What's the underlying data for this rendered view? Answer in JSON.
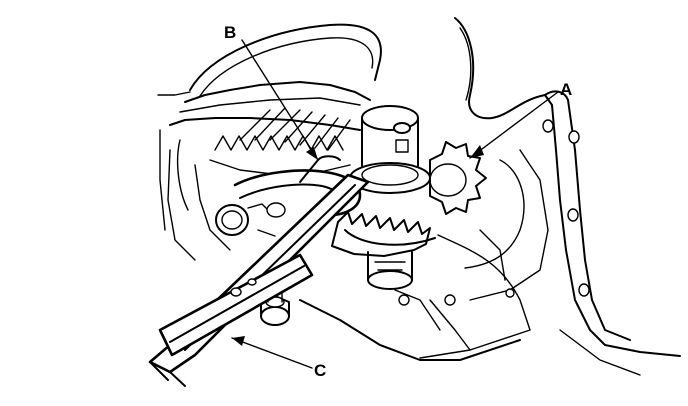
{
  "callouts": [
    {
      "id": "A",
      "label": "A"
    },
    {
      "id": "B",
      "label": "B"
    },
    {
      "id": "C",
      "label": "C"
    }
  ],
  "colors": {
    "ink": "#000000",
    "background": "#ffffff"
  }
}
